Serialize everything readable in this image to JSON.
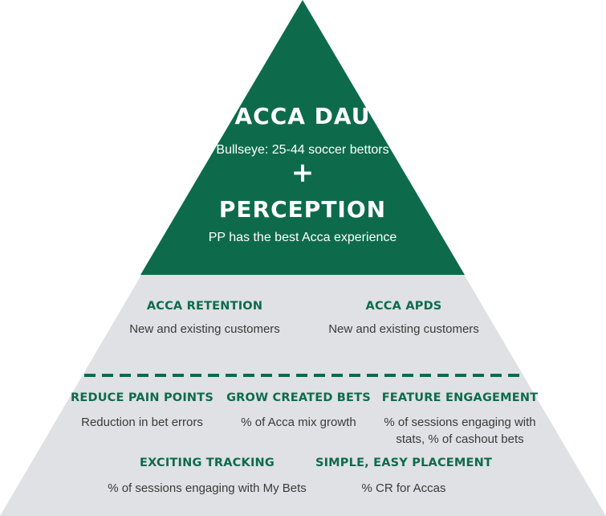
{
  "colors": {
    "top": "#0d6b4c",
    "base": "#dfe1e4",
    "dash": "#0d6b4c",
    "heading": "#0d6b4c",
    "text": "#3a3a3a"
  },
  "top": {
    "title1": "Acca DAU",
    "subtitle1": "Bullseye: 25-44  soccer bettors",
    "plus": "+",
    "title2": "Perception",
    "subtitle2": "PP has the best Acca experience"
  },
  "middle": {
    "left": {
      "title": "Acca Retention",
      "desc": "New and existing customers"
    },
    "right": {
      "title": "Acca APDs",
      "desc": "New and existing customers"
    }
  },
  "bottom": {
    "metrics": [
      {
        "title": "Reduce pain points",
        "desc": [
          "Reduction in bet errors"
        ]
      },
      {
        "title": "Grow created  bets",
        "desc": [
          "% of Acca mix growth"
        ]
      },
      {
        "title": "Feature  engagement",
        "desc": [
          "% of sessions engaging with",
          "stats, % of cashout bets"
        ]
      },
      {
        "title": "Exciting tracking",
        "desc": [
          "% of sessions engaging with My Bets"
        ]
      },
      {
        "title": "Simple, easy placement",
        "desc": [
          "% CR for Accas"
        ]
      }
    ]
  }
}
